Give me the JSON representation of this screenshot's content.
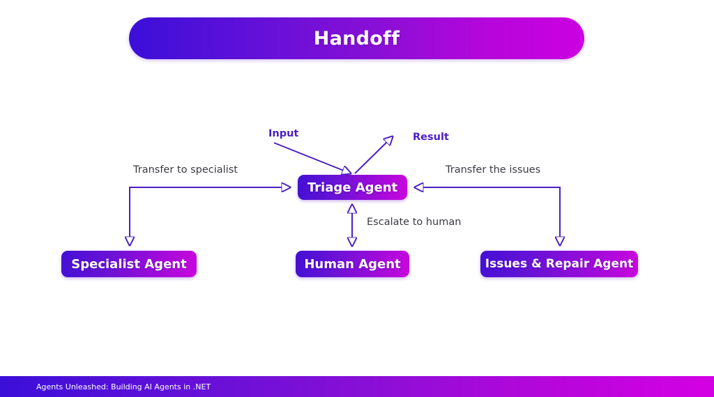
{
  "slide": {
    "title": "Handoff",
    "background_color": "#ffffff"
  },
  "theme": {
    "gradient_start": "#3b0fd9",
    "gradient_end": "#cc00e2",
    "arrow_color": "#4a1fc4",
    "label_color": "#3a3a42",
    "io_label_color": "#4a1fc4",
    "node_text_color": "#ffffff"
  },
  "diagram": {
    "type": "handoff-flow",
    "nodes": [
      {
        "id": "triage",
        "label": "Triage Agent"
      },
      {
        "id": "specialist",
        "label": "Specialist Agent"
      },
      {
        "id": "human",
        "label": "Human Agent"
      },
      {
        "id": "issues",
        "label": "Issues & Repair Agent"
      }
    ],
    "io_labels": [
      {
        "id": "input",
        "label": "Input"
      },
      {
        "id": "result",
        "label": "Result"
      }
    ],
    "edge_labels": [
      {
        "id": "transfer-to-specialist",
        "label": "Transfer to specialist"
      },
      {
        "id": "escalate-to-human",
        "label": "Escalate to human"
      },
      {
        "id": "transfer-the-issues",
        "label": "Transfer the issues"
      }
    ]
  },
  "footer": {
    "text": "Agents Unleashed: Building AI Agents in .NET"
  }
}
